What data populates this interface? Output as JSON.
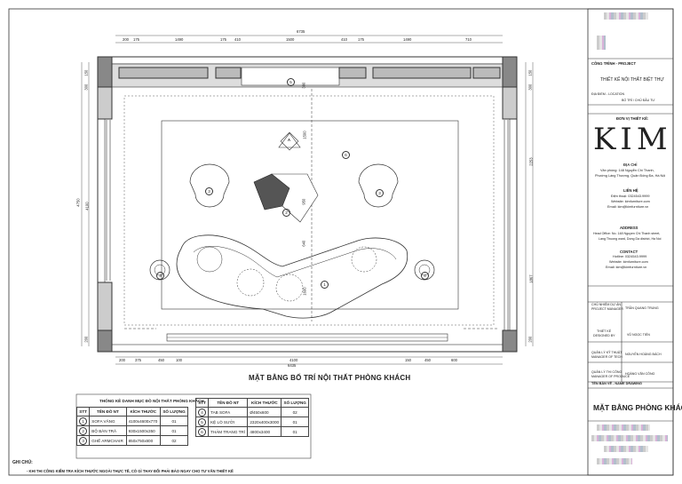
{
  "drawing": {
    "title": "MẶT BẰNG BỐ TRÍ NỘI THẤT PHÒNG KHÁCH",
    "dims_top": {
      "total": "6735",
      "segments": [
        "200",
        "175",
        "1490",
        "175",
        "410",
        "1500",
        "410",
        "175",
        "1490",
        "710"
      ]
    },
    "dims_bottom": {
      "total": "6435",
      "segments": [
        "200",
        "375",
        "450",
        "100",
        "4100",
        "150",
        "450",
        "600"
      ]
    },
    "dims_left": {
      "total": "4750",
      "segments": [
        "150",
        "300",
        "4100",
        "200"
      ]
    },
    "dims_right": {
      "segments": [
        "150",
        "300",
        "2253",
        "1867",
        "200"
      ]
    },
    "dims_center": [
      "300",
      "1500",
      "950",
      "640",
      "1600"
    ],
    "labels": {
      "n1": "1",
      "n2": "2",
      "n3a": "3",
      "n3b": "3",
      "n4a": "4",
      "n4b": "4",
      "n5": "5",
      "n6": "6",
      "a": "A"
    }
  },
  "schedule": {
    "title": "THỐNG KÊ DANH MỤC ĐỒ NỘI THẤT PHÒNG KHÁCH",
    "headers": [
      "STT",
      "TÊN ĐỒ NT",
      "KÍCH THƯỚC",
      "SỐ LƯỢNG"
    ],
    "rows_left": [
      {
        "no": "1",
        "name": "SOFA VĂNG",
        "size": "4100x4600x770",
        "qty": "01"
      },
      {
        "no": "2",
        "name": "BỘ BÀN TRÀ",
        "size": "930x1500x350",
        "qty": "01"
      },
      {
        "no": "3",
        "name": "GHẾ ARMCHAIR",
        "size": "850x750x800",
        "qty": "02"
      }
    ],
    "rows_right": [
      {
        "no": "4",
        "name": "TAB SOFA",
        "size": "Ø450x600",
        "qty": "02"
      },
      {
        "no": "5",
        "name": "KỆ LÒ SƯỞI",
        "size": "2320x400x3000",
        "qty": "01"
      },
      {
        "no": "6",
        "name": "THẢM TRANG TRÍ",
        "size": "4800x3400",
        "qty": "01"
      }
    ]
  },
  "notes": {
    "heading": "GHI CHÚ:",
    "line1": "-   KHI THI CÔNG KIỂM TRA KÍCH THƯỚC NGOÀI THỰC TẾ, CÓ GÌ THAY ĐỔI PHẢI BÁO NGAY CHO TƯ VẤN THIẾT KẾ"
  },
  "title_block": {
    "project_label": "CÔNG TRÌNH - PROJECT",
    "project_name": "THIẾT KẾ NỘI THẤT BIỆT THỰ",
    "address_small": "ĐỊA ĐIỂM - LOCATION",
    "client_small": "BỐ TRÍ / CHỦ ĐẦU TƯ",
    "designer_label": "ĐƠN VỊ THIẾT KẾ:",
    "logo": "KIM",
    "addr_head": "ĐỊA CHỈ",
    "addr_l1": "Văn phòng: 148 Nguyễn Chí Thanh,",
    "addr_l2": "Phường Láng Thượng, Quận Đống Đa, Hà Nội",
    "contact_head": "LIÊN HỆ",
    "contact_l1": "Điện thoại: 0324543.9999",
    "contact_l2": "Website: kimfurniture.com",
    "contact_l3": "Email: kim@kimfurniture.vn",
    "address_en_head": "ADDRESS",
    "address_en_l1": "Head Office: No. 148 Nguyen Chi Thanh street,",
    "address_en_l2": "Lang Thuong ward, Dong Da district, Ha Noi",
    "contact_en_head": "CONTACT",
    "contact_en_l1": "Hotline: 0324543.9999",
    "contact_en_l2": "Website: kimfurniture.com",
    "contact_en_l3": "Email: kim@kimfurniture.vn",
    "role1_label": "CHỦ NHIỆM DỰ ÁN",
    "role1_sub": "PROJECT MANAGER",
    "role1_name": "TRẦN QUANG TRUNG",
    "role2_label": "THIẾT KẾ",
    "role2_sub": "DESIGNED BY",
    "role2_name": "VŨ NGỌC TIẾN",
    "role3_label": "QUẢN LÝ KỸ THUẬT",
    "role3_sub": "MANAGER OF TECH",
    "role3_name": "NGUYỄN HOÀNG BÁCH",
    "role4_label": "QUẢN LÝ THI CÔNG",
    "role4_sub": "MANAGER OF PRODUCE",
    "role4_name": "HOÀNG VĂN CÔNG",
    "drawing_name_label": "TÊN BẢN VẼ - NAME DRAWING",
    "drawing_name": "MẶT BẰNG PHÒNG KHÁCH"
  }
}
